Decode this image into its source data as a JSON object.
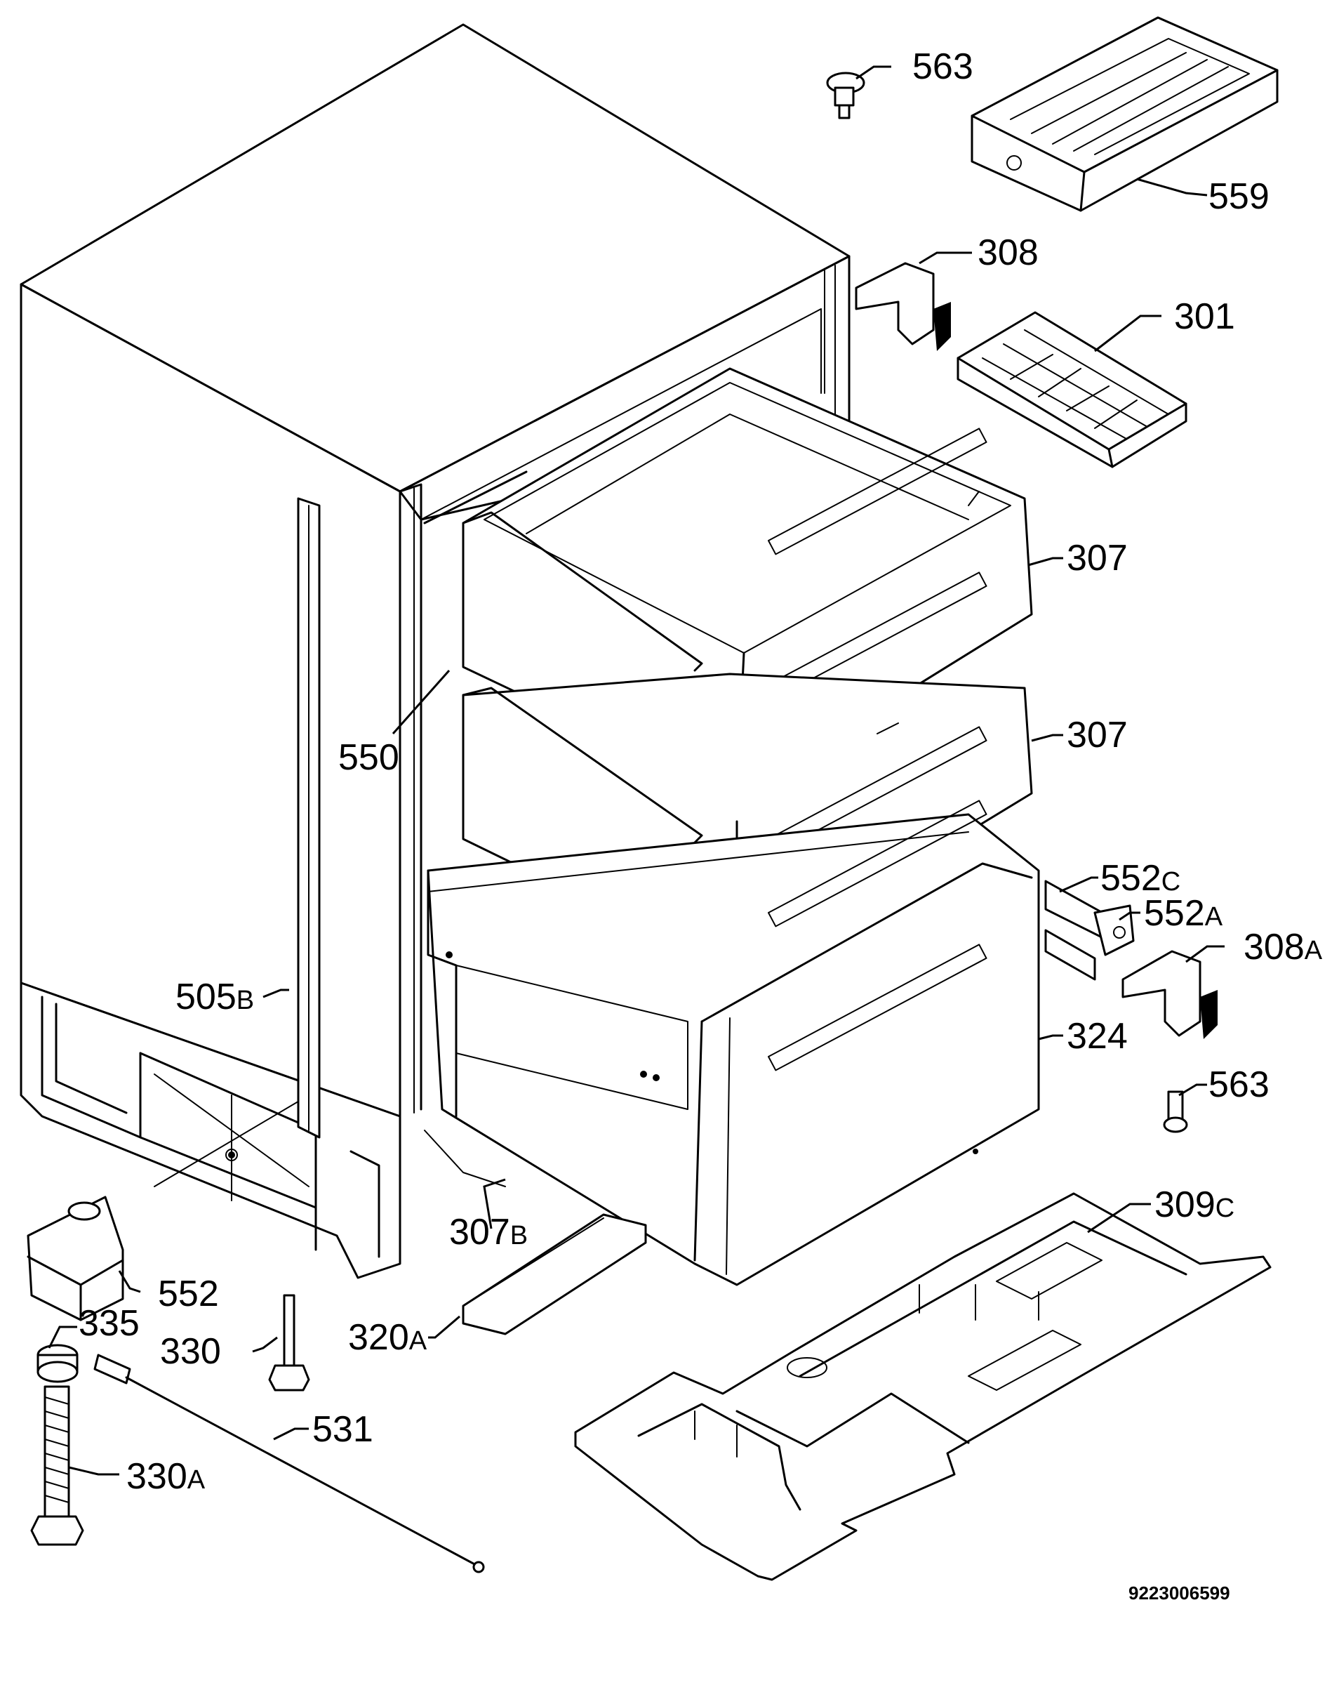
{
  "callouts": {
    "c563_top": {
      "num": "563",
      "suffix": ""
    },
    "c559": {
      "num": "559",
      "suffix": ""
    },
    "c308": {
      "num": "308",
      "suffix": ""
    },
    "c301": {
      "num": "301",
      "suffix": ""
    },
    "c307_upper": {
      "num": "307",
      "suffix": ""
    },
    "c307_lower": {
      "num": "307",
      "suffix": ""
    },
    "c550": {
      "num": "550",
      "suffix": ""
    },
    "c552c": {
      "num": "552",
      "suffix": "C"
    },
    "c552a": {
      "num": "552",
      "suffix": "A"
    },
    "c308a": {
      "num": "308",
      "suffix": "A"
    },
    "c324": {
      "num": "324",
      "suffix": ""
    },
    "c505b": {
      "num": "505",
      "suffix": "B"
    },
    "c563_mid": {
      "num": "563",
      "suffix": ""
    },
    "c309c": {
      "num": "309",
      "suffix": "C"
    },
    "c307b": {
      "num": "307",
      "suffix": "B"
    },
    "c552": {
      "num": "552",
      "suffix": ""
    },
    "c335": {
      "num": "335",
      "suffix": ""
    },
    "c330": {
      "num": "330",
      "suffix": ""
    },
    "c320a": {
      "num": "320",
      "suffix": "A"
    },
    "c531": {
      "num": "531",
      "suffix": ""
    },
    "c330a": {
      "num": "330",
      "suffix": "A"
    }
  },
  "document_number": "9223006599"
}
